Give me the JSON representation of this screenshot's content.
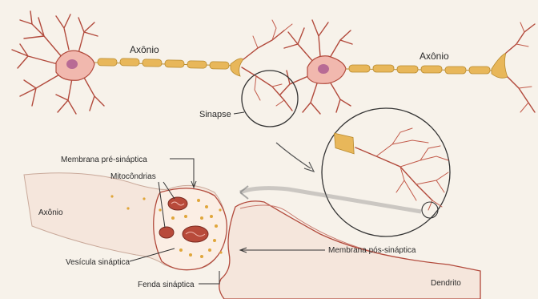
{
  "labels": {
    "axon_left": "Axônio",
    "axon_right": "Axônio",
    "synapse": "Sinapse",
    "presynaptic_membrane": "Membrana pré-sináptica",
    "mitochondria": "Mitocôndrias",
    "axon_bottom": "Axônio",
    "synaptic_vesicle": "Vesícula sináptica",
    "postsynaptic_membrane": "Membrana pós-sináptica",
    "synaptic_cleft": "Fenda sináptica",
    "dendrite": "Dendrito"
  },
  "colors": {
    "background": "#f7f2ea",
    "neuron_body": "#f1b8ae",
    "neuron_line": "#b24a3c",
    "myelin": "#e8b75a",
    "membrane_fill": "#f5e6dc",
    "mitochondria": "#b84a3a"
  }
}
